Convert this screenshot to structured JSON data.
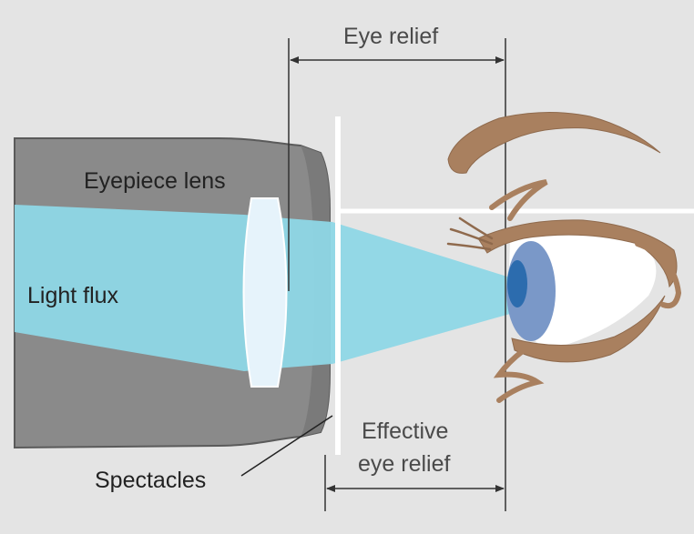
{
  "labels": {
    "eye_relief": "Eye relief",
    "eyepiece_lens": "Eyepiece lens",
    "light_flux": "Light flux",
    "effective_line1": "Effective",
    "effective_line2": "eye relief",
    "spectacles": "Spectacles"
  },
  "colors": {
    "background": "#e4e4e4",
    "eyepiece_body": "#8a8a8a",
    "eyepiece_outline": "#5a5a5a",
    "light_flux": "#8ed7e6",
    "lens": "#e6f3fb",
    "spectacles": "#ffffff",
    "skin_outline": "#a9805f",
    "iris": "#7a98c8",
    "pupil": "#2c6cae",
    "dimension_line": "#333333"
  }
}
